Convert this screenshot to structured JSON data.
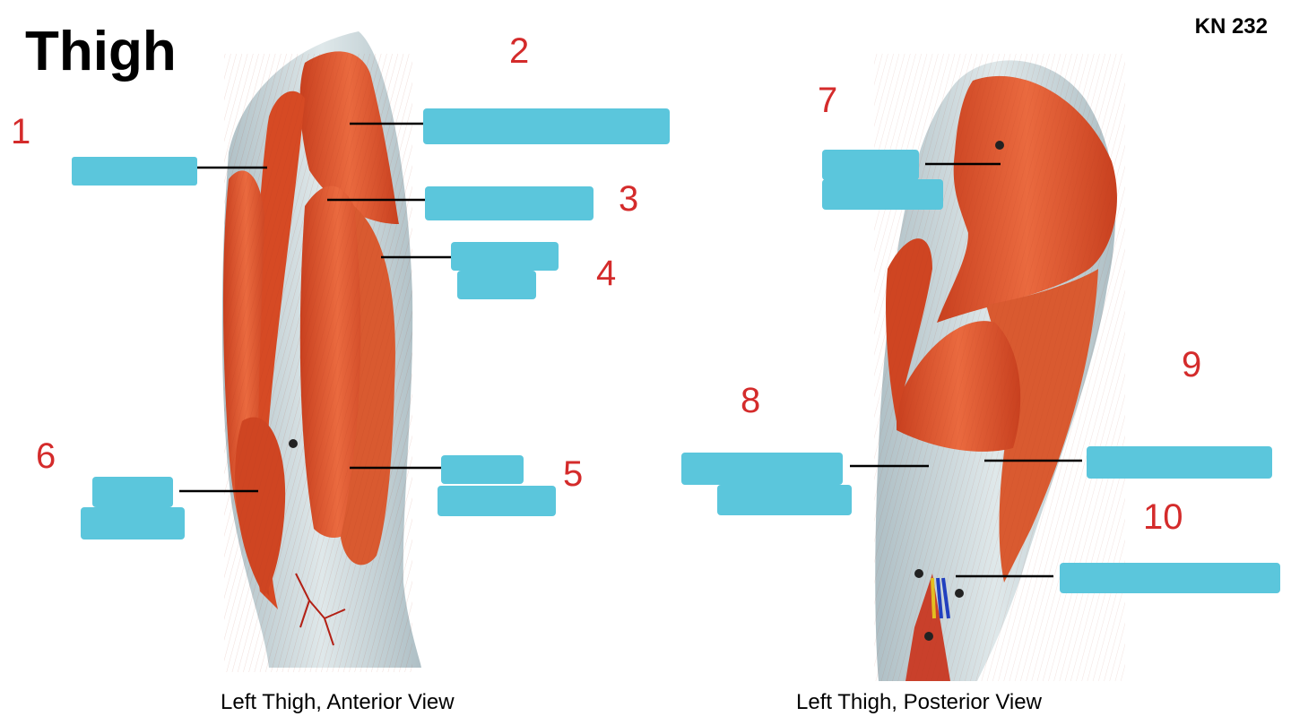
{
  "header": {
    "title": "Thigh",
    "course": "KN 232"
  },
  "captions": {
    "anterior": "Left Thigh, Anterior View",
    "posterior": "Left Thigh, Posterior View"
  },
  "handwritten_numbers": [
    "1",
    "2",
    "3",
    "4",
    "5",
    "6",
    "7",
    "8",
    "9",
    "10"
  ],
  "colors": {
    "muscle": "#e4572e",
    "muscle_dark": "#b83a1c",
    "fascia": "#c9d6da",
    "label_cover": "#5bc6dc",
    "handwriting": "#d42b2b",
    "leader_line": "#000000"
  }
}
